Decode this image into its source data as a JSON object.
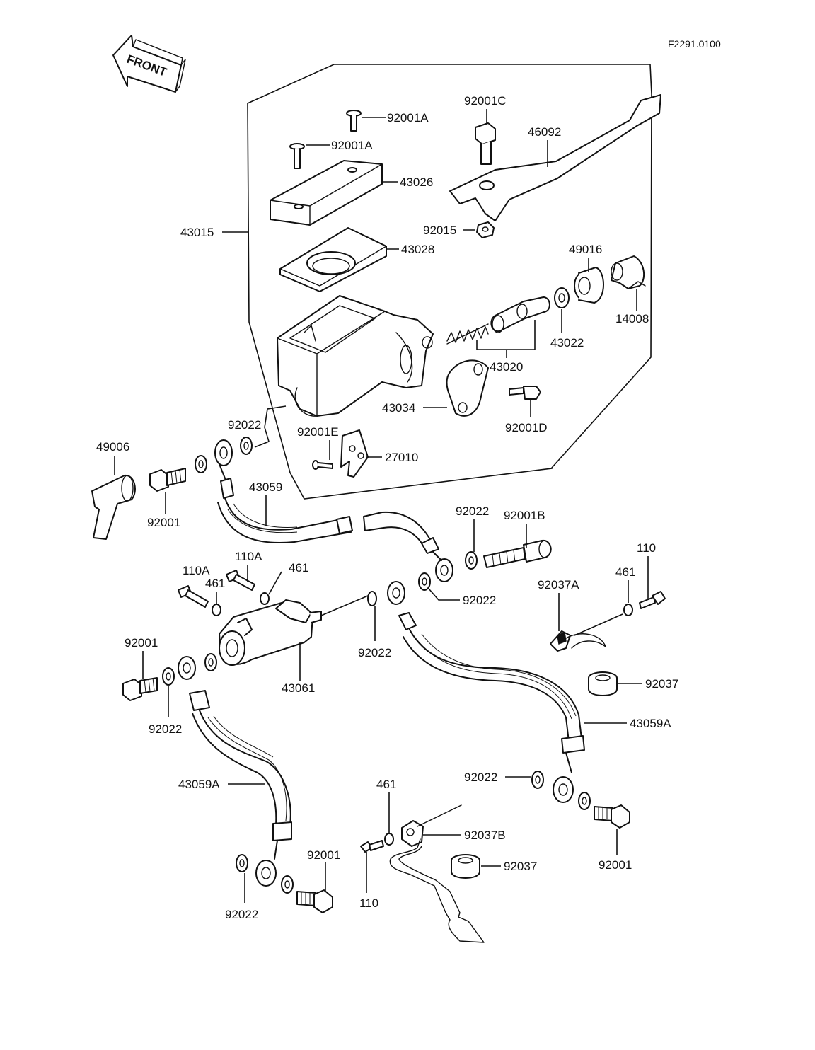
{
  "figure_code": "F2291.0100",
  "front_arrow": {
    "text": "FRONT",
    "icon": "front-arrow-icon"
  },
  "labels": {
    "p92001A_top": "92001A",
    "p92001A": "92001A",
    "p43026": "43026",
    "p92001C": "92001C",
    "p46092": "46092",
    "p43015": "43015",
    "p92015": "92015",
    "p43028": "43028",
    "p49016": "49016",
    "p14008": "14008",
    "p43022": "43022",
    "p43020": "43020",
    "p43034": "43034",
    "p92001D": "92001D",
    "p92022_upper": "92022",
    "p92001E": "92001E",
    "p27010": "27010",
    "p49006": "49006",
    "p92001_left": "92001",
    "p43059": "43059",
    "p92022_mid": "92022",
    "p92001B": "92001B",
    "p110_right": "110",
    "p461_right": "461",
    "p92037A": "92037A",
    "p110A_top": "110A",
    "p110A_left": "110A",
    "p461_top": "461",
    "p461_left": "461",
    "p92022_lever": "92022",
    "p92022_center": "92022",
    "p43061": "43061",
    "p92001_lower_left": "92001",
    "p92022_lower_left": "92022",
    "p92037_upper": "92037",
    "p43059A_right": "43059A",
    "p92022_right": "92022",
    "p43059A_left": "43059A",
    "p461_bottom": "461",
    "p92037B": "92037B",
    "p92001_bottom_right": "92001",
    "p92037_lower": "92037",
    "p92001_bottom": "92001",
    "p110_bottom": "110",
    "p92022_bottom": "92022"
  }
}
